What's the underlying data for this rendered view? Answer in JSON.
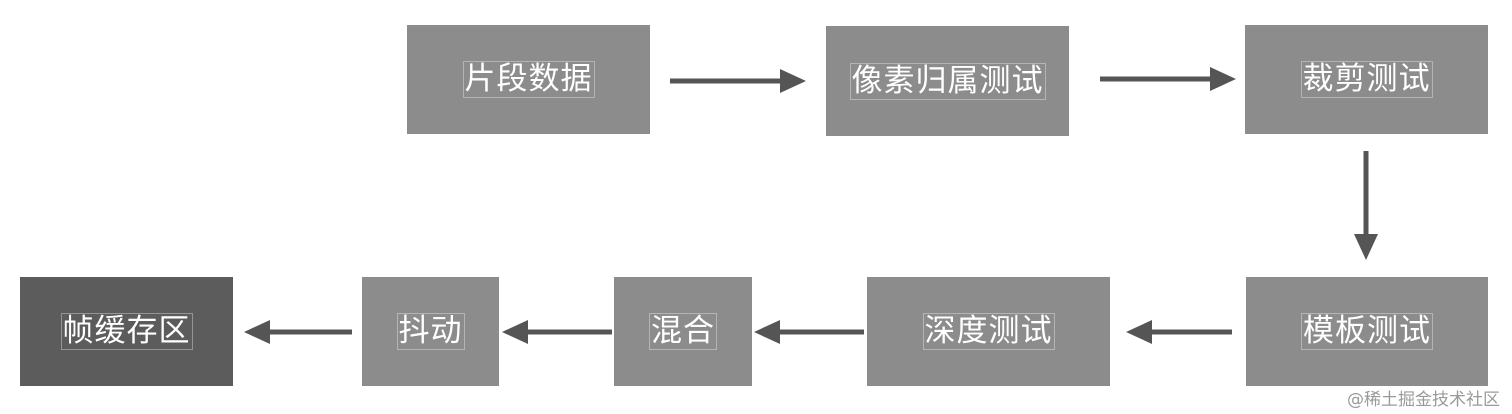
{
  "nodes": {
    "fragment_data": "片段数据",
    "pixel_ownership_test": "像素归属测试",
    "scissor_test": "裁剪测试",
    "stencil_test": "模板测试",
    "depth_test": "深度测试",
    "blending": "混合",
    "dithering": "抖动",
    "frame_buffer": "帧缓存区"
  },
  "watermark": "@稀土掘金技术社区",
  "colors": {
    "node_fill": "#8c8c8c",
    "frame_buffer_fill": "#5c5c5c",
    "arrow": "#555555",
    "label_text": "#ffffff"
  }
}
